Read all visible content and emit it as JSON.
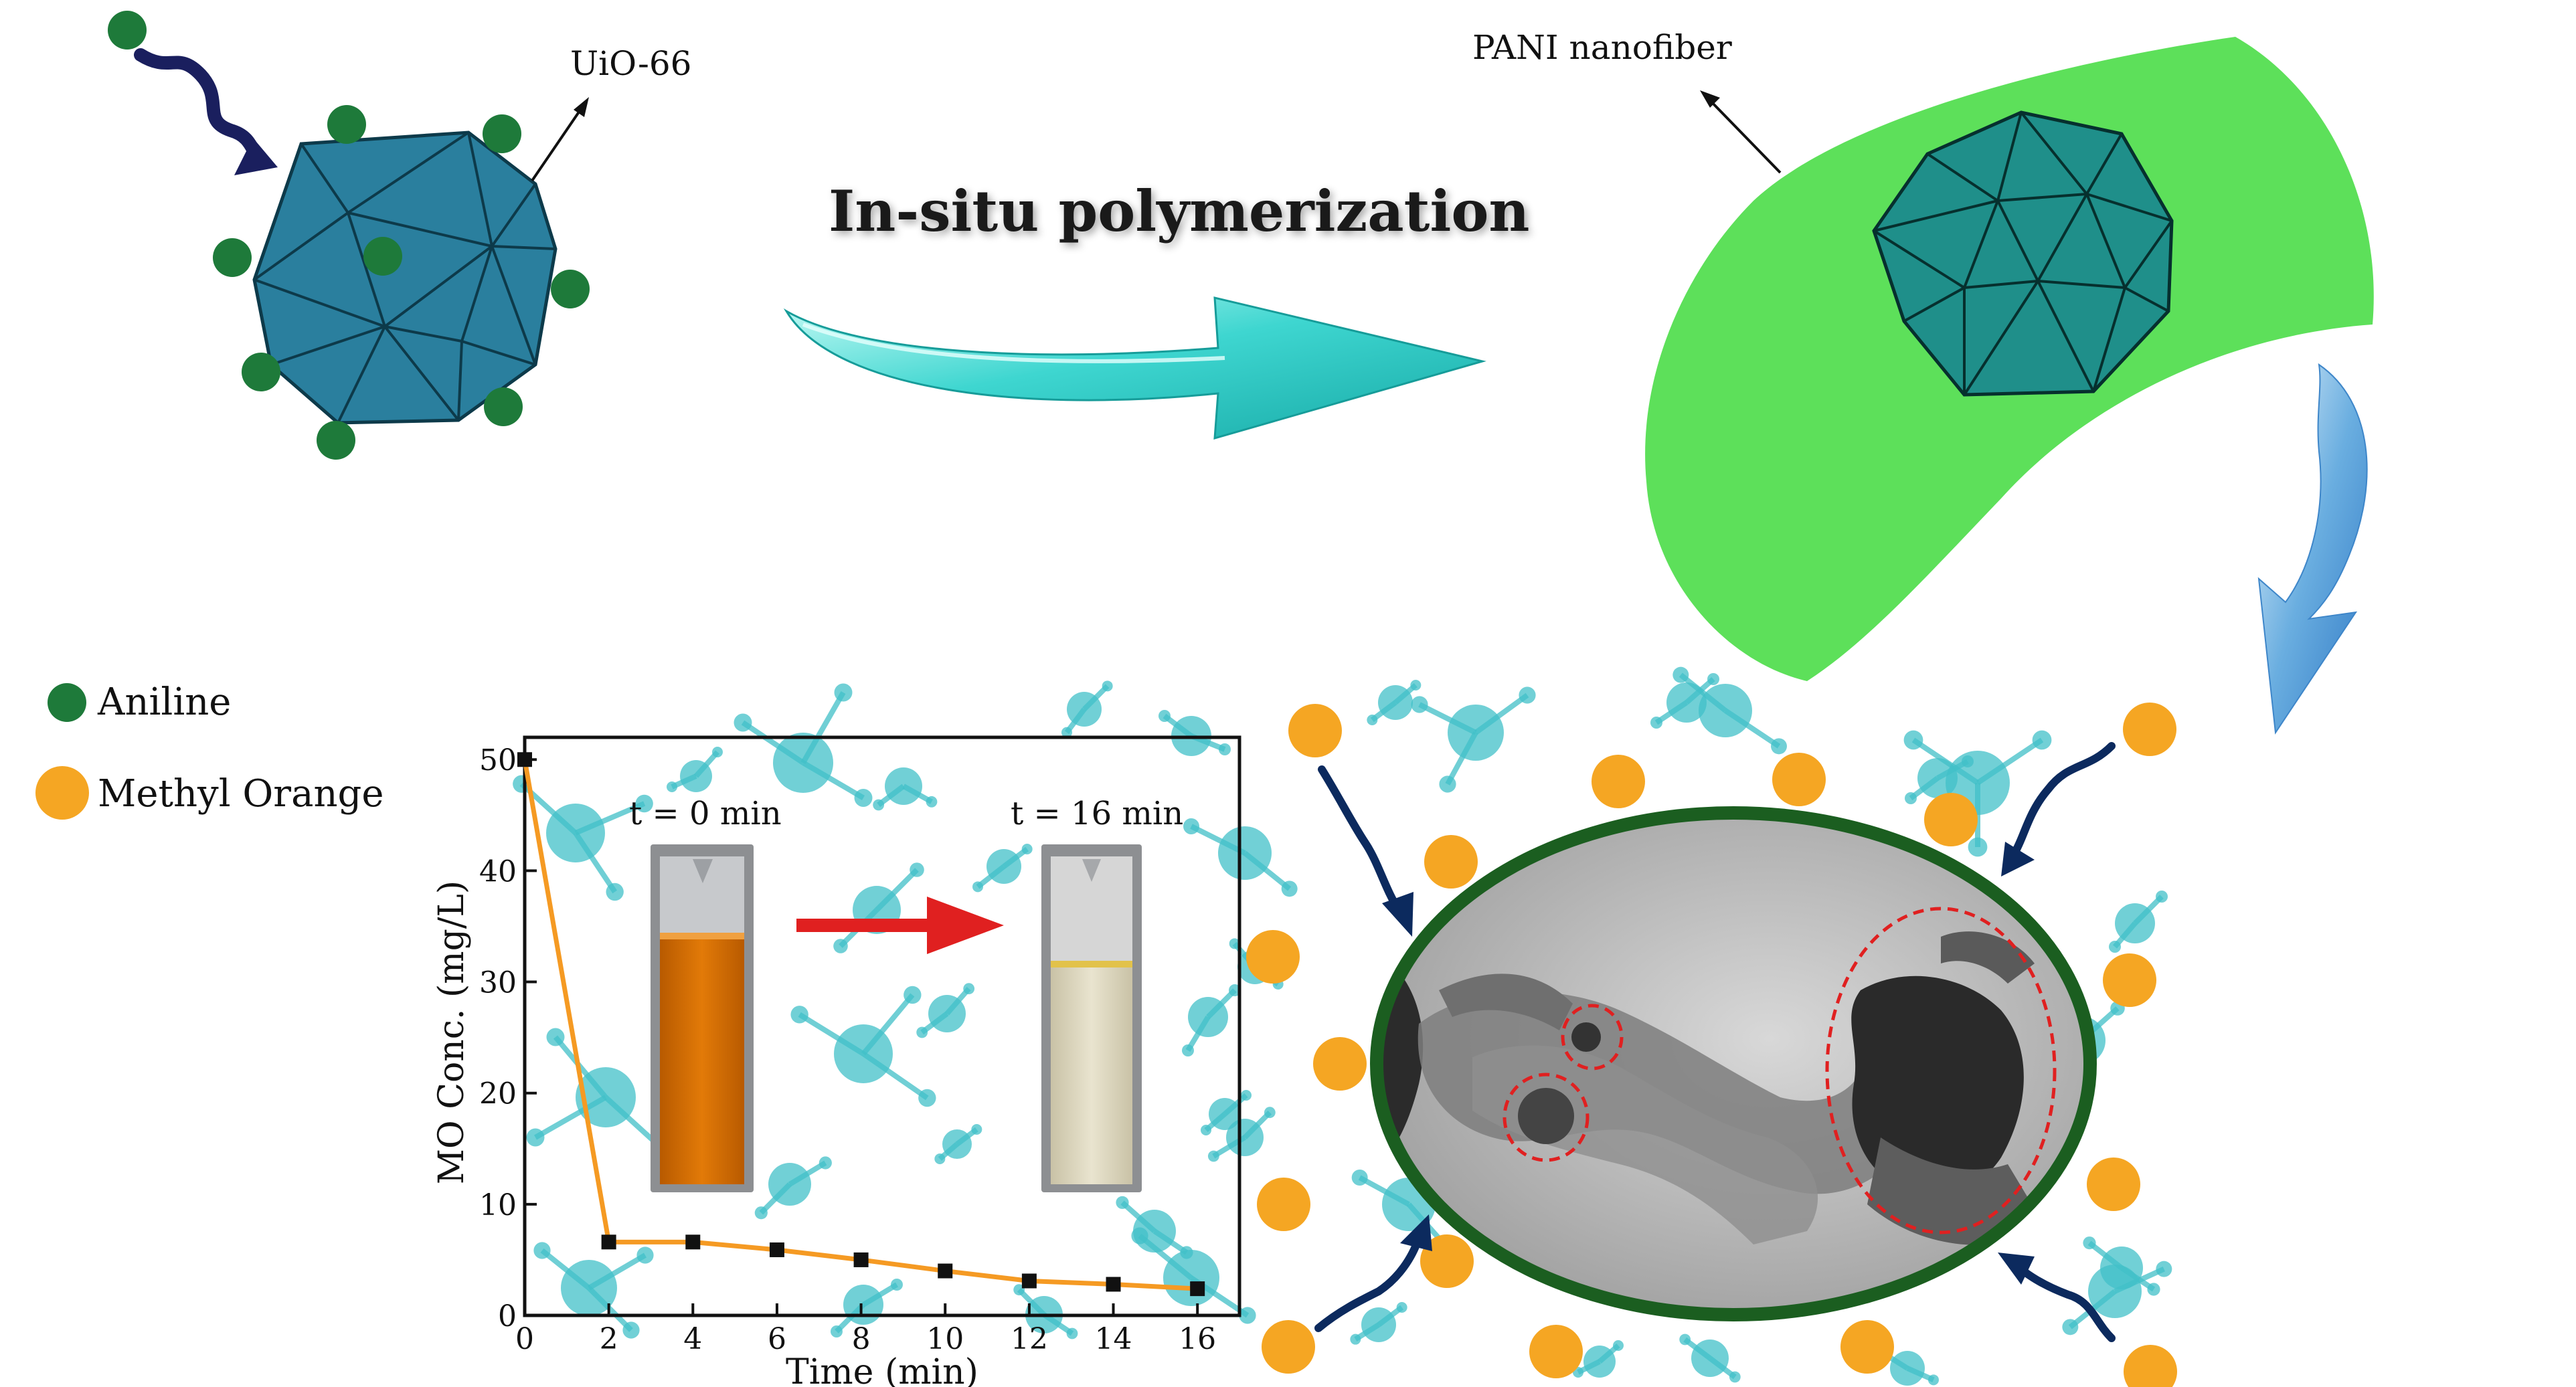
{
  "labels": {
    "uio66": "UiO-66",
    "pani": "PANI nanofiber",
    "process": "In-situ polymerization"
  },
  "legend": [
    {
      "label": "Aniline",
      "color": "#1e7a3a"
    },
    {
      "label": "Methyl Orange",
      "color": "#f5a623"
    }
  ],
  "colors": {
    "uio_fill": "#2a7f9e",
    "uio_edge": "#0d3a4a",
    "pani_green": "#5de05a",
    "polyhedron2_fill": "#1f8f8a",
    "arrow_teal": "#3ed6d0",
    "mo_molecule": "#41c0c8",
    "orange": "#f5a623",
    "tem_ring": "#1b5e20",
    "red_dash": "#e02020",
    "navy_arrow": "#0c2a5e"
  },
  "photos": {
    "before": "t = 0 min",
    "after": "t = 16 min"
  },
  "chart_data": {
    "type": "line",
    "title": "",
    "xlabel": "Time (min)",
    "ylabel": "MO Conc. (mg/L)",
    "xlim": [
      0,
      17
    ],
    "ylim": [
      0,
      52
    ],
    "x_ticks": [
      0,
      2,
      4,
      6,
      8,
      10,
      12,
      14,
      16
    ],
    "y_ticks": [
      0,
      10,
      20,
      30,
      40,
      50
    ],
    "x_tick_labels": [
      "0",
      "2",
      "4",
      "6",
      "8",
      "10",
      "12",
      "14",
      "16"
    ],
    "y_tick_labels": [
      "0",
      "10",
      "20",
      "30",
      "40",
      "50"
    ],
    "series": [
      {
        "color": "#f59a23",
        "marker": "square",
        "x": [
          0,
          2,
          4,
          6,
          8,
          10,
          12,
          14,
          16
        ],
        "y": [
          50,
          6.6,
          6.6,
          5.9,
          5.0,
          4.0,
          3.1,
          2.8,
          2.4
        ]
      }
    ]
  }
}
